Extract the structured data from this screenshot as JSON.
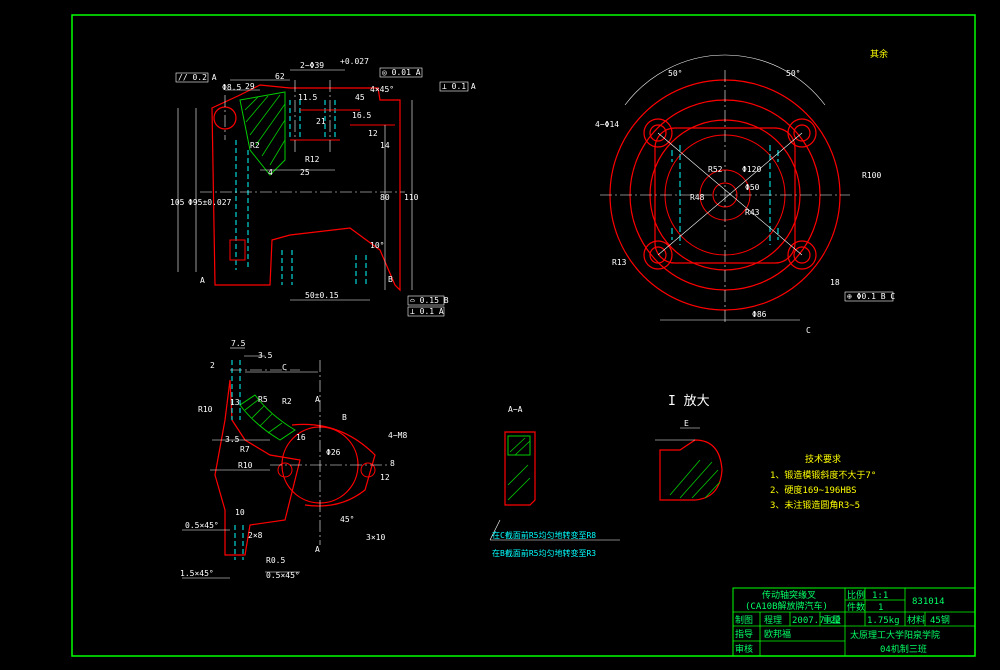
{
  "drawing": {
    "colors": {
      "background": "#000000",
      "border": "#00ff00",
      "outline": "#ff0000",
      "dimension": "#ffffff",
      "centerline": "#ffffff",
      "hidden": "#00ffff",
      "hatch": "#00cc00",
      "note": "#ffff00"
    },
    "top_view_dims": {
      "d62": "62",
      "d29": "29",
      "d2x439": "2−Φ39",
      "tol_depth": "+0.027",
      "d45": "45",
      "d4x45": "4×45°",
      "d115": "11.5",
      "d21": "21",
      "d12": "12",
      "d14": "14",
      "d165": "16.5",
      "dR2": "R2",
      "dR12": "R12",
      "d25": "25",
      "d4": "4",
      "d105": "105",
      "d50": "50±0.15",
      "d80": "80",
      "d110": "110",
      "dphi8": "Φ8.5",
      "d10deg": "10°",
      "dphi95": "Φ95±0.027",
      "gdt_parallel": "// 0.2 A",
      "gdt_pos": "◎ 0.01 A",
      "gdt_flat": "⊥ 0.1 A",
      "gdt_bottom1": "⌓ 0.15 B",
      "gdt_bottom2": "⊥ 0.1 A",
      "datum_a": "A",
      "datum_b": "B"
    },
    "circle_view_dims": {
      "a50l": "50°",
      "a50r": "50°",
      "holes": "4−Φ14",
      "r52": "R52",
      "phi120": "Φ120",
      "r48": "R48",
      "phi50": "Φ50",
      "r43": "R43",
      "r100": "R100",
      "r13": "R13",
      "d18": "18",
      "phi86": "Φ86",
      "gdt": "⊕ Φ0.1 B C",
      "datum_c": "C",
      "roughness": "其余"
    },
    "section_view_dims": {
      "d75": "7.5",
      "d35": "3.5",
      "d2": "2",
      "dC": "C",
      "dA_top": "A",
      "dA_bot": "A",
      "dB": "B",
      "dR10": "R10",
      "d13": "13",
      "dR5": "R5",
      "dR2b": "R2",
      "d4m": "4−M8",
      "d35b": "3.5",
      "dR7": "R7",
      "dR10b": "R10",
      "d8": "8",
      "d12b": "12",
      "dphi26": "Φ26",
      "d16": "16",
      "d2x8": "2×8",
      "d10b": "10",
      "d05x45a": "0.5×45°",
      "d15x45": "1.5×45°",
      "d05x45b": "0.5×45°",
      "dR05": "R0.5",
      "d45b": "45°",
      "d3x10": "3×10"
    },
    "section_aa": {
      "label": "A−A",
      "note1": "在C截面前R5均匀地转变至R8",
      "note2": "在B截面前R5均匀地转变至R3"
    },
    "detail_i": {
      "label": "I 放大",
      "dE": "E"
    },
    "tech_requirements": {
      "title": "技术要求",
      "items": [
        "1、锻造模锻斜度不大于7°",
        "2、硬度169~196HBS",
        "3、未注锻造圆角R3~5"
      ]
    },
    "title_block": {
      "part_name_1": "传动轴突缘叉",
      "part_name_2": "(CA10B解放牌汽车)",
      "scale_label": "比例",
      "scale_value": "1:1",
      "count_label": "件数",
      "count_value": "1",
      "drawing_no": "831014",
      "drawn_label": "制图",
      "drawn_name": "程理",
      "date": "2007.7.22",
      "weight_label": "重量",
      "weight_value": "1.75kg",
      "material_label": "材料",
      "material_value": "45钢",
      "guide_label": "指导",
      "guide_name": "欧邦福",
      "review_label": "审核",
      "school": "太原理工大学阳泉学院",
      "class": "04机制三班"
    }
  }
}
